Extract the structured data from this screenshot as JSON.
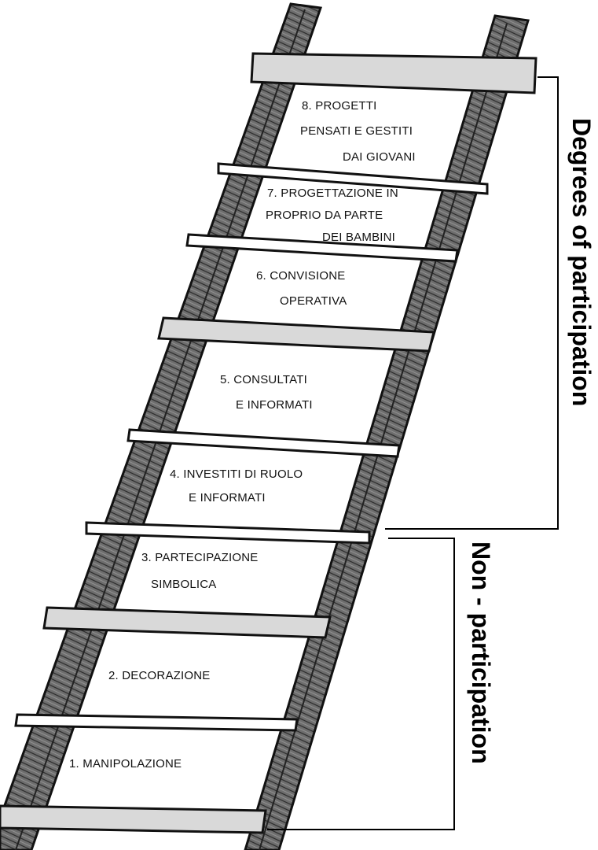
{
  "ladder": {
    "rungs": [
      {
        "level": 8,
        "lines": [
          "8.   PROGETTI",
          "PENSATI E GESTITI",
          "DAI GIOVANI"
        ]
      },
      {
        "level": 7,
        "lines": [
          "7. PROGETTAZIONE IN",
          "PROPRIO DA PARTE",
          "DEI BAMBINI"
        ]
      },
      {
        "level": 6,
        "lines": [
          "6. CONVISIONE",
          "OPERATIVA"
        ]
      },
      {
        "level": 5,
        "lines": [
          "5. CONSULTATI",
          "E INFORMATI"
        ]
      },
      {
        "level": 4,
        "lines": [
          "4. INVESTITI DI RUOLO",
          "E INFORMATI"
        ]
      },
      {
        "level": 3,
        "lines": [
          "3. PARTECIPAZIONE",
          "SIMBOLICA"
        ]
      },
      {
        "level": 2,
        "lines": [
          "2.  DECORAZIONE"
        ]
      },
      {
        "level": 1,
        "lines": [
          "1. MANIPOLAZIONE"
        ]
      }
    ]
  },
  "brackets": {
    "degrees_of_participation": "Degrees of participation",
    "non_participation": "Non - participation"
  }
}
